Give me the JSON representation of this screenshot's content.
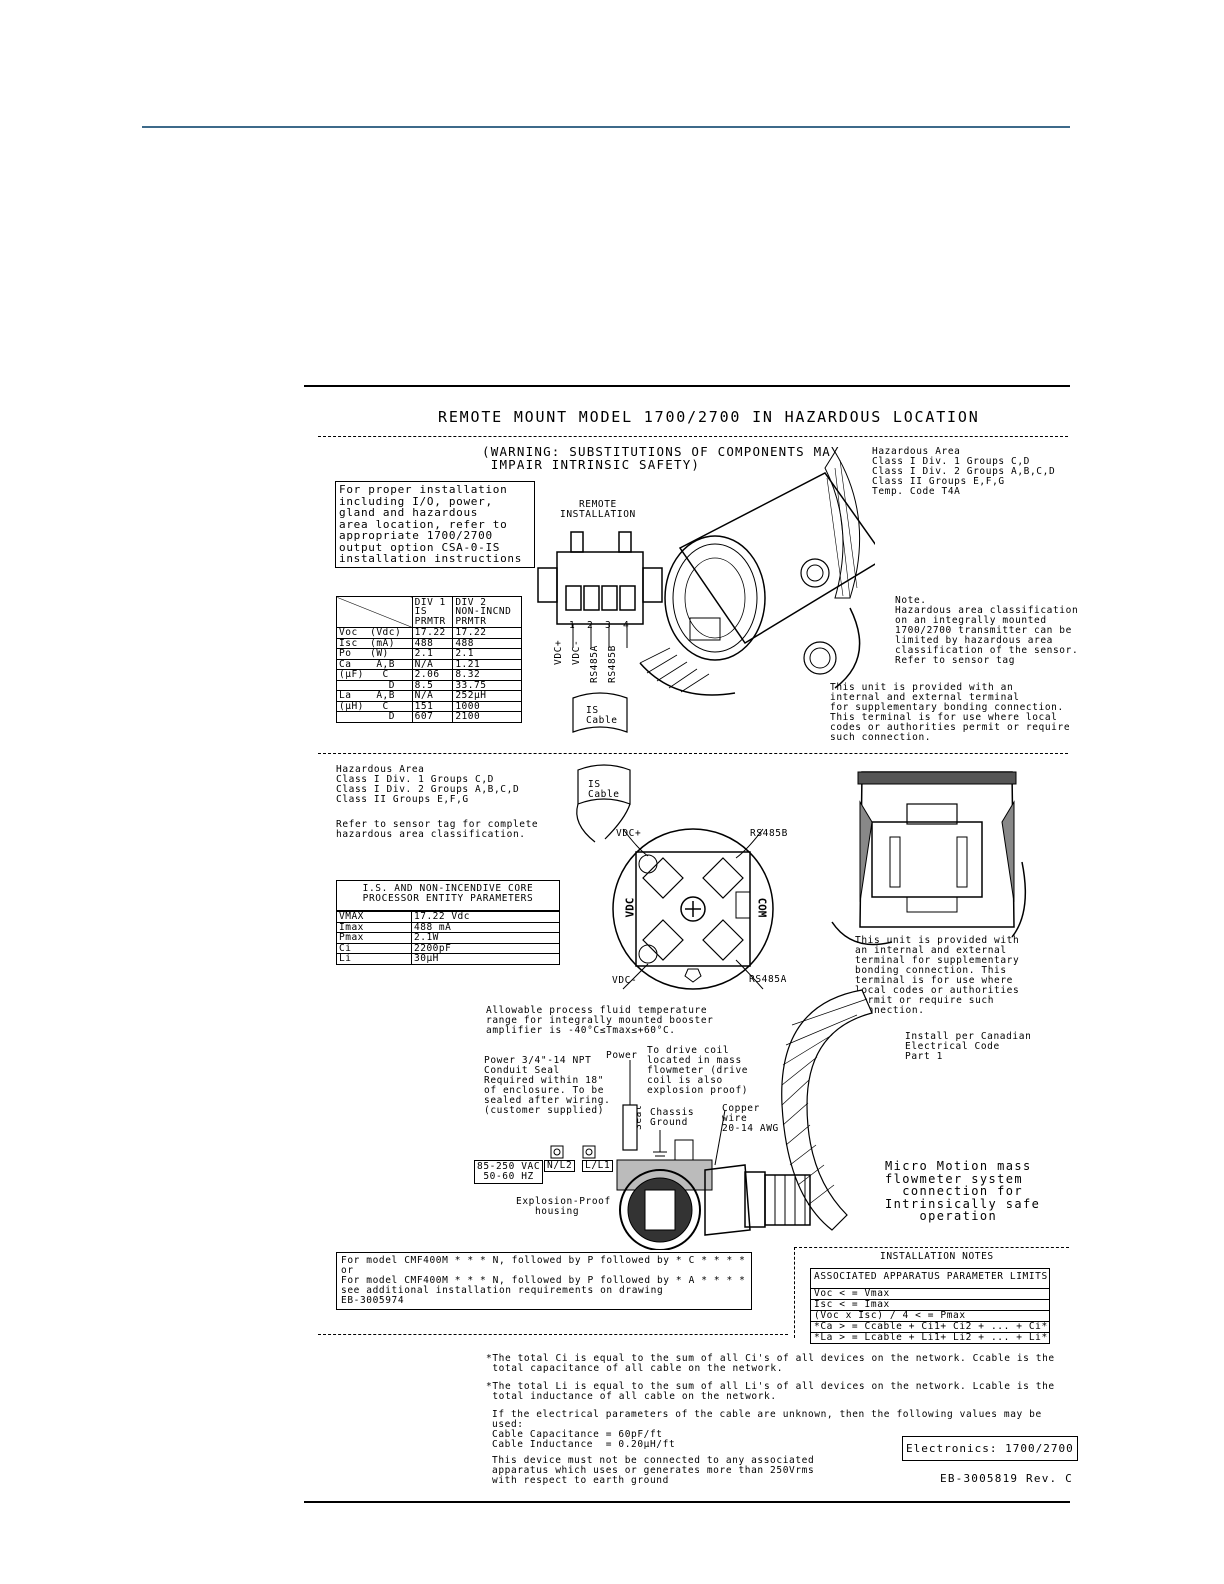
{
  "page": {
    "rule_color": "#3d6a8a",
    "title": "REMOTE MOUNT MODEL 1700/2700 IN HAZARDOUS LOCATION",
    "warning": "(WARNING: SUBSTITUTIONS OF COMPONENTS MAY\n IMPAIR INTRINSIC SAFETY)"
  },
  "top_section": {
    "install_box": "For proper installation\nincluding I/O, power,\ngland and hazardous\narea location, refer to\nappropriate 1700/2700\noutput option CSA-0-IS\ninstallation instructions",
    "hazard_area": "Hazardous Area\nClass I Div. 1 Groups C,D\nClass I Div. 2 Groups A,B,C,D\nClass II Groups E,F,G\nTemp. Code T4A",
    "remote_label": "REMOTE\nINSTALLATION",
    "terminal_numbers": [
      "1",
      "2",
      "3",
      "4"
    ],
    "terminal_labels": [
      "VDC+",
      "VDC-",
      "RS485A",
      "RS485B"
    ],
    "is_cable": "IS\nCable",
    "note": "Note.\nHazardous area classification\non an integrally mounted\n1700/2700 transmitter can be\nlimited by hazardous area\nclassification of the sensor.\nRefer to sensor tag",
    "bonding": "This unit is provided with an\ninternal and external terminal\nfor supplementary bonding connection.\nThis terminal is for use where local\ncodes or authorities permit or require\nsuch connection.",
    "entity_table": {
      "headers": [
        "",
        "DIV 1\nIS\nPRMTR",
        "DIV 2\nNON-INCND\nPRMTR"
      ],
      "rows": [
        [
          "Voc  (Vdc)",
          "17.22",
          "17.22"
        ],
        [
          "Isc  (mA)",
          "488",
          "488"
        ],
        [
          "Po   (W)",
          "2.1",
          "2.1"
        ],
        [
          "Ca    A,B",
          "N/A",
          "1.21"
        ],
        [
          "(µF)   C",
          "2.06",
          "8.32"
        ],
        [
          "        D",
          "8.5",
          "33.75"
        ],
        [
          "La    A,B",
          "N/A",
          "252µH"
        ],
        [
          "(µH)   C",
          "151",
          "1000"
        ],
        [
          "        D",
          "607",
          "2100"
        ]
      ]
    }
  },
  "middle_section": {
    "hazard_area": "Hazardous Area\nClass I Div. 1 Groups C,D\nClass I Div. 2 Groups A,B,C,D\nClass II Groups E,F,G",
    "refer": "Refer to sensor tag for complete\nhazardous area classification.",
    "is_cable": "IS\nCable",
    "core_table": {
      "title": "I.S. AND NON-INCENDIVE CORE\nPROCESSOR ENTITY PARAMETERS",
      "rows": [
        [
          "VMAX",
          "17.22 Vdc"
        ],
        [
          "Imax",
          "488 mA"
        ],
        [
          "Pmax",
          "2.1W"
        ],
        [
          "Ci",
          "2200pF"
        ],
        [
          "Li",
          "30µH"
        ]
      ]
    },
    "terminal_labels": {
      "vdc_plus": "VDC+",
      "rs485b": "RS485B",
      "vdc_minus": "VDC-",
      "rs485a": "RS485A",
      "vdc": "VDC",
      "com": "COM"
    },
    "bonding": "This unit is provided with\nan internal and external\nterminal for supplementary\nbonding connection. This\nterminal is for use where\nlocal codes or authorities\npermit or require such\nconnection.",
    "allowable": "Allowable process fluid temperature\nrange for integrally mounted booster\namplifier is -40°C≤Tmax≤+60°C.",
    "canadian": "Install per Canadian\nElectrical Code\nPart 1",
    "conduit": "Power 3/4\"-14 NPT\nConduit Seal\nRequired within 18\"\nof enclosure. To be\nsealed after wiring.\n(customer supplied)",
    "power": "Power",
    "seal": "Seal",
    "drive_coil": "To drive coil\nlocated in mass\nflowmeter (drive\ncoil is also\nexplosion proof)",
    "chassis": "Chassis\nGround",
    "copper": "Copper\nwire\n20-14 AWG",
    "supply": "85-250 VAC\n 50-60 HZ",
    "terminals_nl": [
      "N/L2",
      "L/L1"
    ],
    "explosion": "Explosion-Proof\n   housing",
    "micro_motion": "Micro Motion mass\nflowmeter system\n  connection for\nIntrinsically safe\n    operation"
  },
  "bottom_section": {
    "model_box": "For model CMF400M * * * N, followed by P followed by * C * * * *\nor\nFor model CMF400M * * * N, followed by P followed by * A * * * *\nsee additional installation requirements on drawing\nEB-3005974",
    "installation_notes": "INSTALLATION NOTES",
    "assoc_title": "ASSOCIATED APPARATUS PARAMETER LIMITS",
    "assoc_rows": [
      "Voc < = Vmax",
      "Isc < = Imax",
      "(Voc x Isc) / 4 < = Pmax",
      "*Ca > = Ccable + Ci1+ Ci2 + ... + Ci*",
      "*La > = Lcable + Li1+ Li2 + ... + Li*"
    ],
    "footnote1": "*The total Ci is equal to the sum of all Ci's of all devices on the network. Ccable is the\n total capacitance of all cable on the network.",
    "footnote2": "*The total Li is equal to the sum of all Li's of all devices on the network. Lcable is the\n total inductance of all cable on the network.",
    "footnote3": "If the electrical parameters of the cable are unknown, then the following values may be\nused:\nCable Capacitance = 60pF/ft\nCable Inductance  = 0.20µH/ft",
    "footnote4": "This device must not be connected to any associated\napparatus which uses or generates more than 250Vrms\nwith respect to earth ground",
    "electronics": "Electronics: 1700/2700",
    "drawing_number": "EB-3005819 Rev. C"
  }
}
